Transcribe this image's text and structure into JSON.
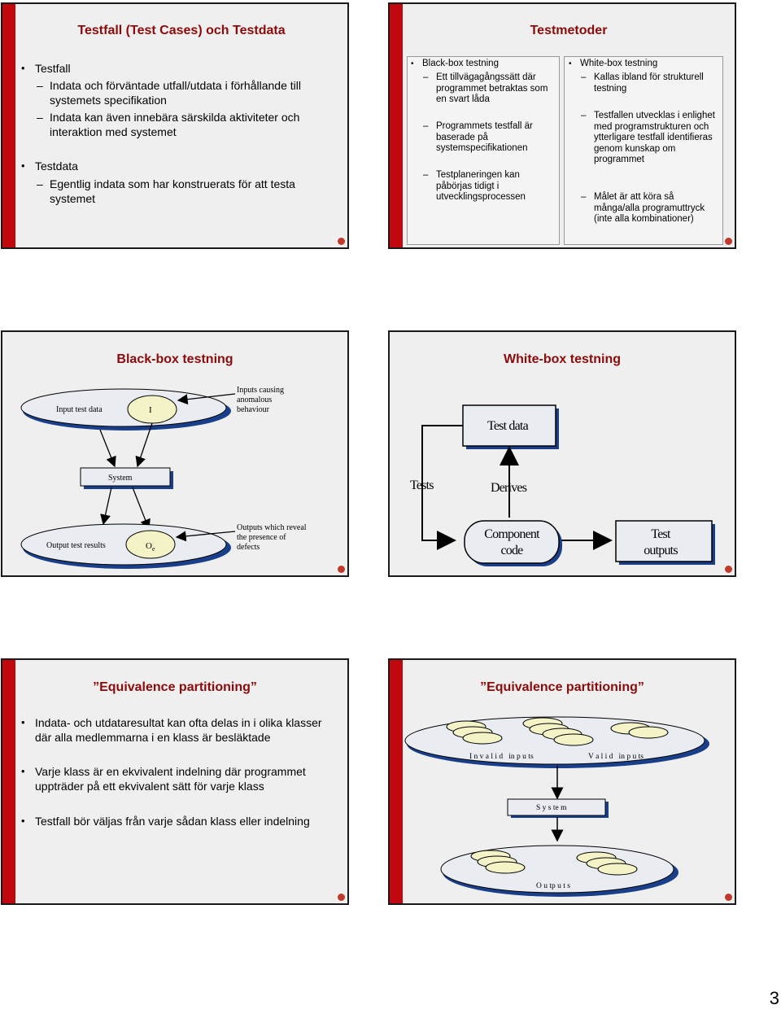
{
  "slide1": {
    "title": "Testfall (Test Cases) och Testdata",
    "b1": "Testfall",
    "b1s1": "Indata och förväntade utfall/utdata i förhållande till systemets specifikation",
    "b1s2": "Indata kan även innebära särskilda aktiviteter och interaktion med systemet",
    "b2": "Testdata",
    "b2s1": "Egentlig indata som har konstruerats för att testa systemet"
  },
  "slide2": {
    "title": "Testmetoder",
    "left_b": "Black-box testning",
    "left_s1": "Ett tillvägagångssätt där programmet betraktas som en svart låda",
    "left_s2": "Programmets testfall är baserade på systemspecifikationen",
    "left_s3": "Testplaneringen kan påbörjas tidigt i utvecklingsprocessen",
    "right_b": "White-box testning",
    "right_s1": "Kallas ibland för strukturell testning",
    "right_s2": "Testfallen utvecklas i enlighet med programstrukturen och ytterligare testfall identifieras genom kunskap om programmet",
    "right_s3": "Målet är att köra så många/alla programuttryck (inte alla kombinationer)"
  },
  "slide3": {
    "title": "Black-box testning",
    "input_test_data": "Input test data",
    "i_label": "I",
    "inputs_causing": [
      "Inputs causing",
      "anomalous",
      "behaviour"
    ],
    "system": "System",
    "output_test_results": "Output test results",
    "oe_label": "O",
    "oe_sub": "e",
    "outputs_which": [
      "Outputs which reveal",
      "the presence of",
      "defects"
    ]
  },
  "slide4": {
    "title": "White-box testning",
    "test_data": "Test data",
    "tests": "Tests",
    "derives": "Derives",
    "component_code": [
      "Component",
      "code"
    ],
    "test_outputs": [
      "Test",
      "outputs"
    ]
  },
  "slide5": {
    "title": "”Equivalence partitioning”",
    "b1": "Indata- och utdataresultat kan ofta delas in i olika klasser där alla medlemmarna i en klass är besläktade",
    "b2": "Varje klass är en ekvivalent indelning där programmet uppträder på ett ekvivalent sätt för varje klass",
    "b3": "Testfall bör väljas från varje sådan klass eller indelning"
  },
  "slide6": {
    "title": "”Equivalence partitioning”",
    "invalid_inputs": "I n v a l i d   in p u ts",
    "valid_inputs": "V a l i d   in p u ts",
    "system": "S y s te m",
    "outputs": "O u tp u t s"
  },
  "page_number": "3"
}
